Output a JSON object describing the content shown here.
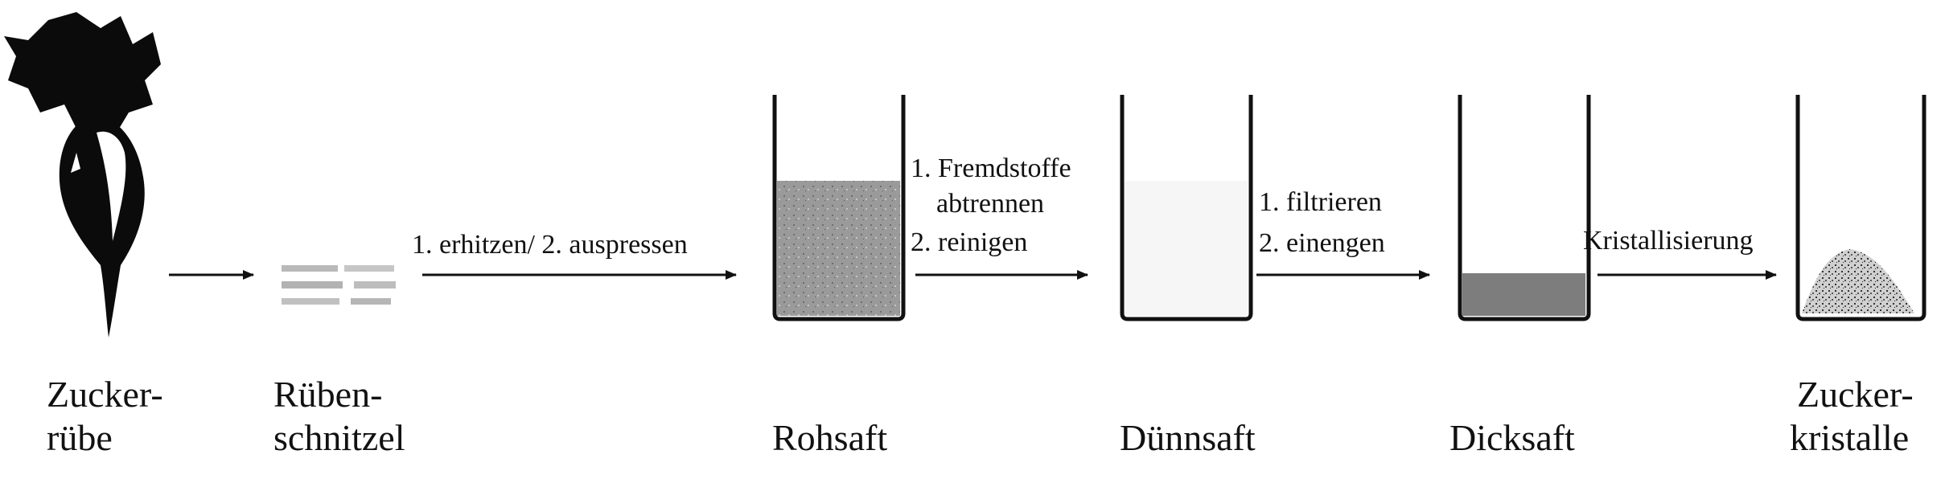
{
  "stages": [
    {
      "line1": "Zucker-",
      "line2": "rübe"
    },
    {
      "line1": "Rüben-",
      "line2": "schnitzel"
    },
    {
      "label": "Rohsaft"
    },
    {
      "label": "Dünnsaft"
    },
    {
      "label": "Dicksaft"
    },
    {
      "line1": "Zucker-",
      "line2": "kristalle"
    }
  ],
  "steps": {
    "s1": {
      "line1": "1. erhitzen/ 2. auspressen"
    },
    "s2": {
      "line1": "1. Fremdstoffe",
      "line2": "abtrennen",
      "line3": "2. reinigen"
    },
    "s3": {
      "line1": "1. filtrieren",
      "line2": "2. einengen"
    },
    "s4": {
      "line1": "Kristallisierung"
    }
  },
  "colors": {
    "ink": "#111111",
    "beet": "#0b0b0b",
    "juice_raw": "#9a9a9a",
    "juice_thick": "#7d7d7d",
    "shreds": "#b9b9b9",
    "crystals": "#8a8a8a"
  }
}
